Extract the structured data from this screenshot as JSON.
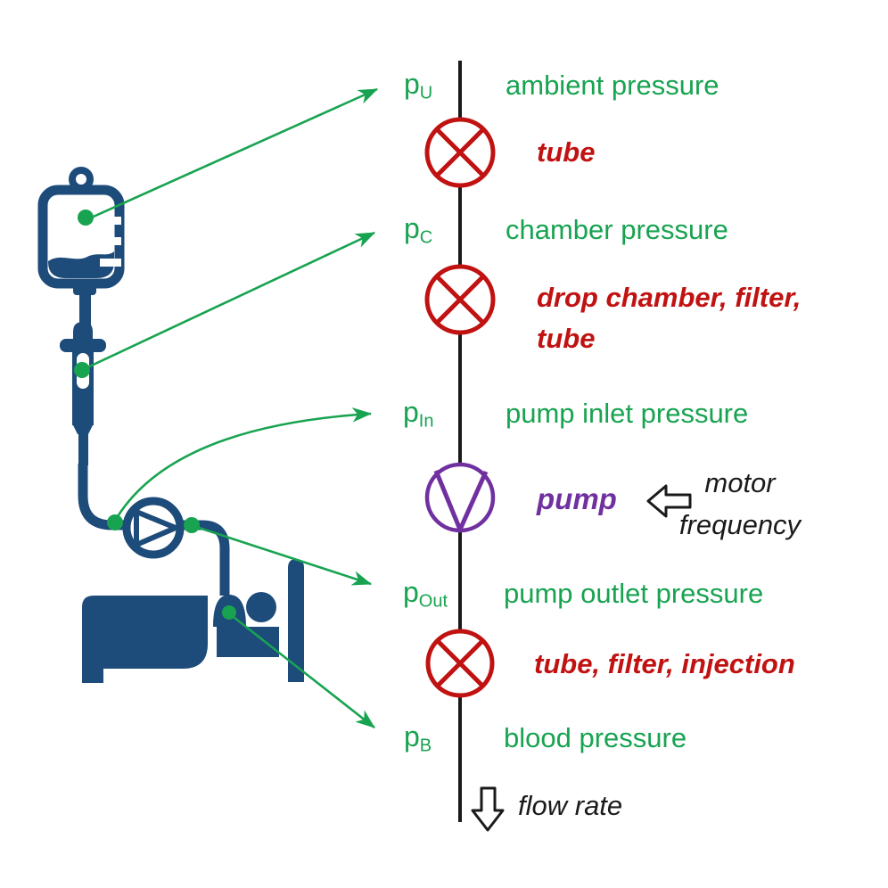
{
  "colors": {
    "background": "#ffffff",
    "green": "#18a351",
    "red": "#c11212",
    "purple": "#7030a0",
    "navy": "#1d4b7a",
    "ink": "#1a1a1a"
  },
  "pressure_points": [
    {
      "symbol_base": "p",
      "symbol_sub": "U",
      "name": "ambient pressure"
    },
    {
      "symbol_base": "p",
      "symbol_sub": "C",
      "name": "chamber pressure"
    },
    {
      "symbol_base": "p",
      "symbol_sub": "In",
      "name": "pump inlet pressure"
    },
    {
      "symbol_base": "p",
      "symbol_sub": "Out",
      "name": "pump outlet pressure"
    },
    {
      "symbol_base": "p",
      "symbol_sub": "B",
      "name": "blood pressure"
    }
  ],
  "resistances": [
    {
      "lines": [
        "tube"
      ]
    },
    {
      "lines": [
        "drop chamber, filter,",
        "tube"
      ]
    },
    {
      "lines": [
        "tube, filter, injection"
      ]
    }
  ],
  "pump": {
    "label": "pump"
  },
  "inputs": {
    "motor_frequency_lines": [
      "motor",
      "frequency"
    ],
    "flow_rate_label": "flow rate"
  },
  "icons": {
    "source": "iv-bag-icon",
    "chamber": "drip-chamber-icon",
    "pump": "centrifugal-pump-icon",
    "patient": "patient-bed-icon",
    "resistor": "crossed-circle-icon",
    "pump_symbol": "triangle-in-circle-icon",
    "motor_input": "hollow-left-arrow-icon",
    "flow_output": "hollow-down-arrow-icon",
    "measure_point": "green-dot"
  }
}
